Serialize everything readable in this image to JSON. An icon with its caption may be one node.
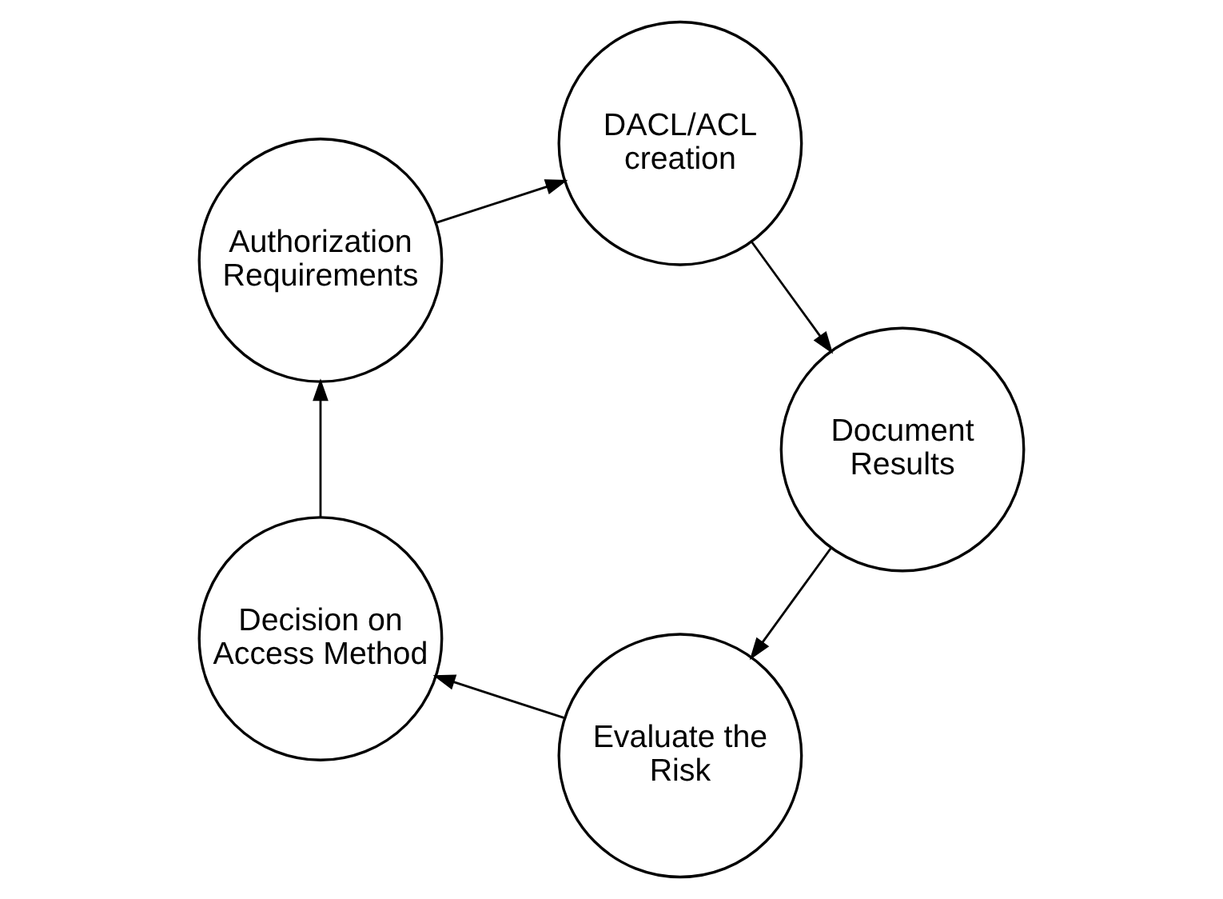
{
  "diagram": {
    "nodes": [
      {
        "text": [
          "Evaluate the Risk"
        ]
      },
      {
        "text": [
          "Decision on Access Method"
        ]
      },
      {
        "text": [
          "Authorization Requirements"
        ]
      },
      {
        "text": [
          "DACL/ACL creation"
        ]
      },
      {
        "text": [
          "Document Results"
        ]
      }
    ],
    "edges": [
      {
        "from": 0,
        "to": 1,
        "arrow": "to"
      },
      {
        "from": 1,
        "to": 2,
        "arrow": "to"
      },
      {
        "from": 2,
        "to": 3,
        "arrow": "to"
      },
      {
        "from": 3,
        "to": 4,
        "arrow": "to"
      },
      {
        "from": 4,
        "to": 0,
        "arrow": "to"
      }
    ]
  }
}
